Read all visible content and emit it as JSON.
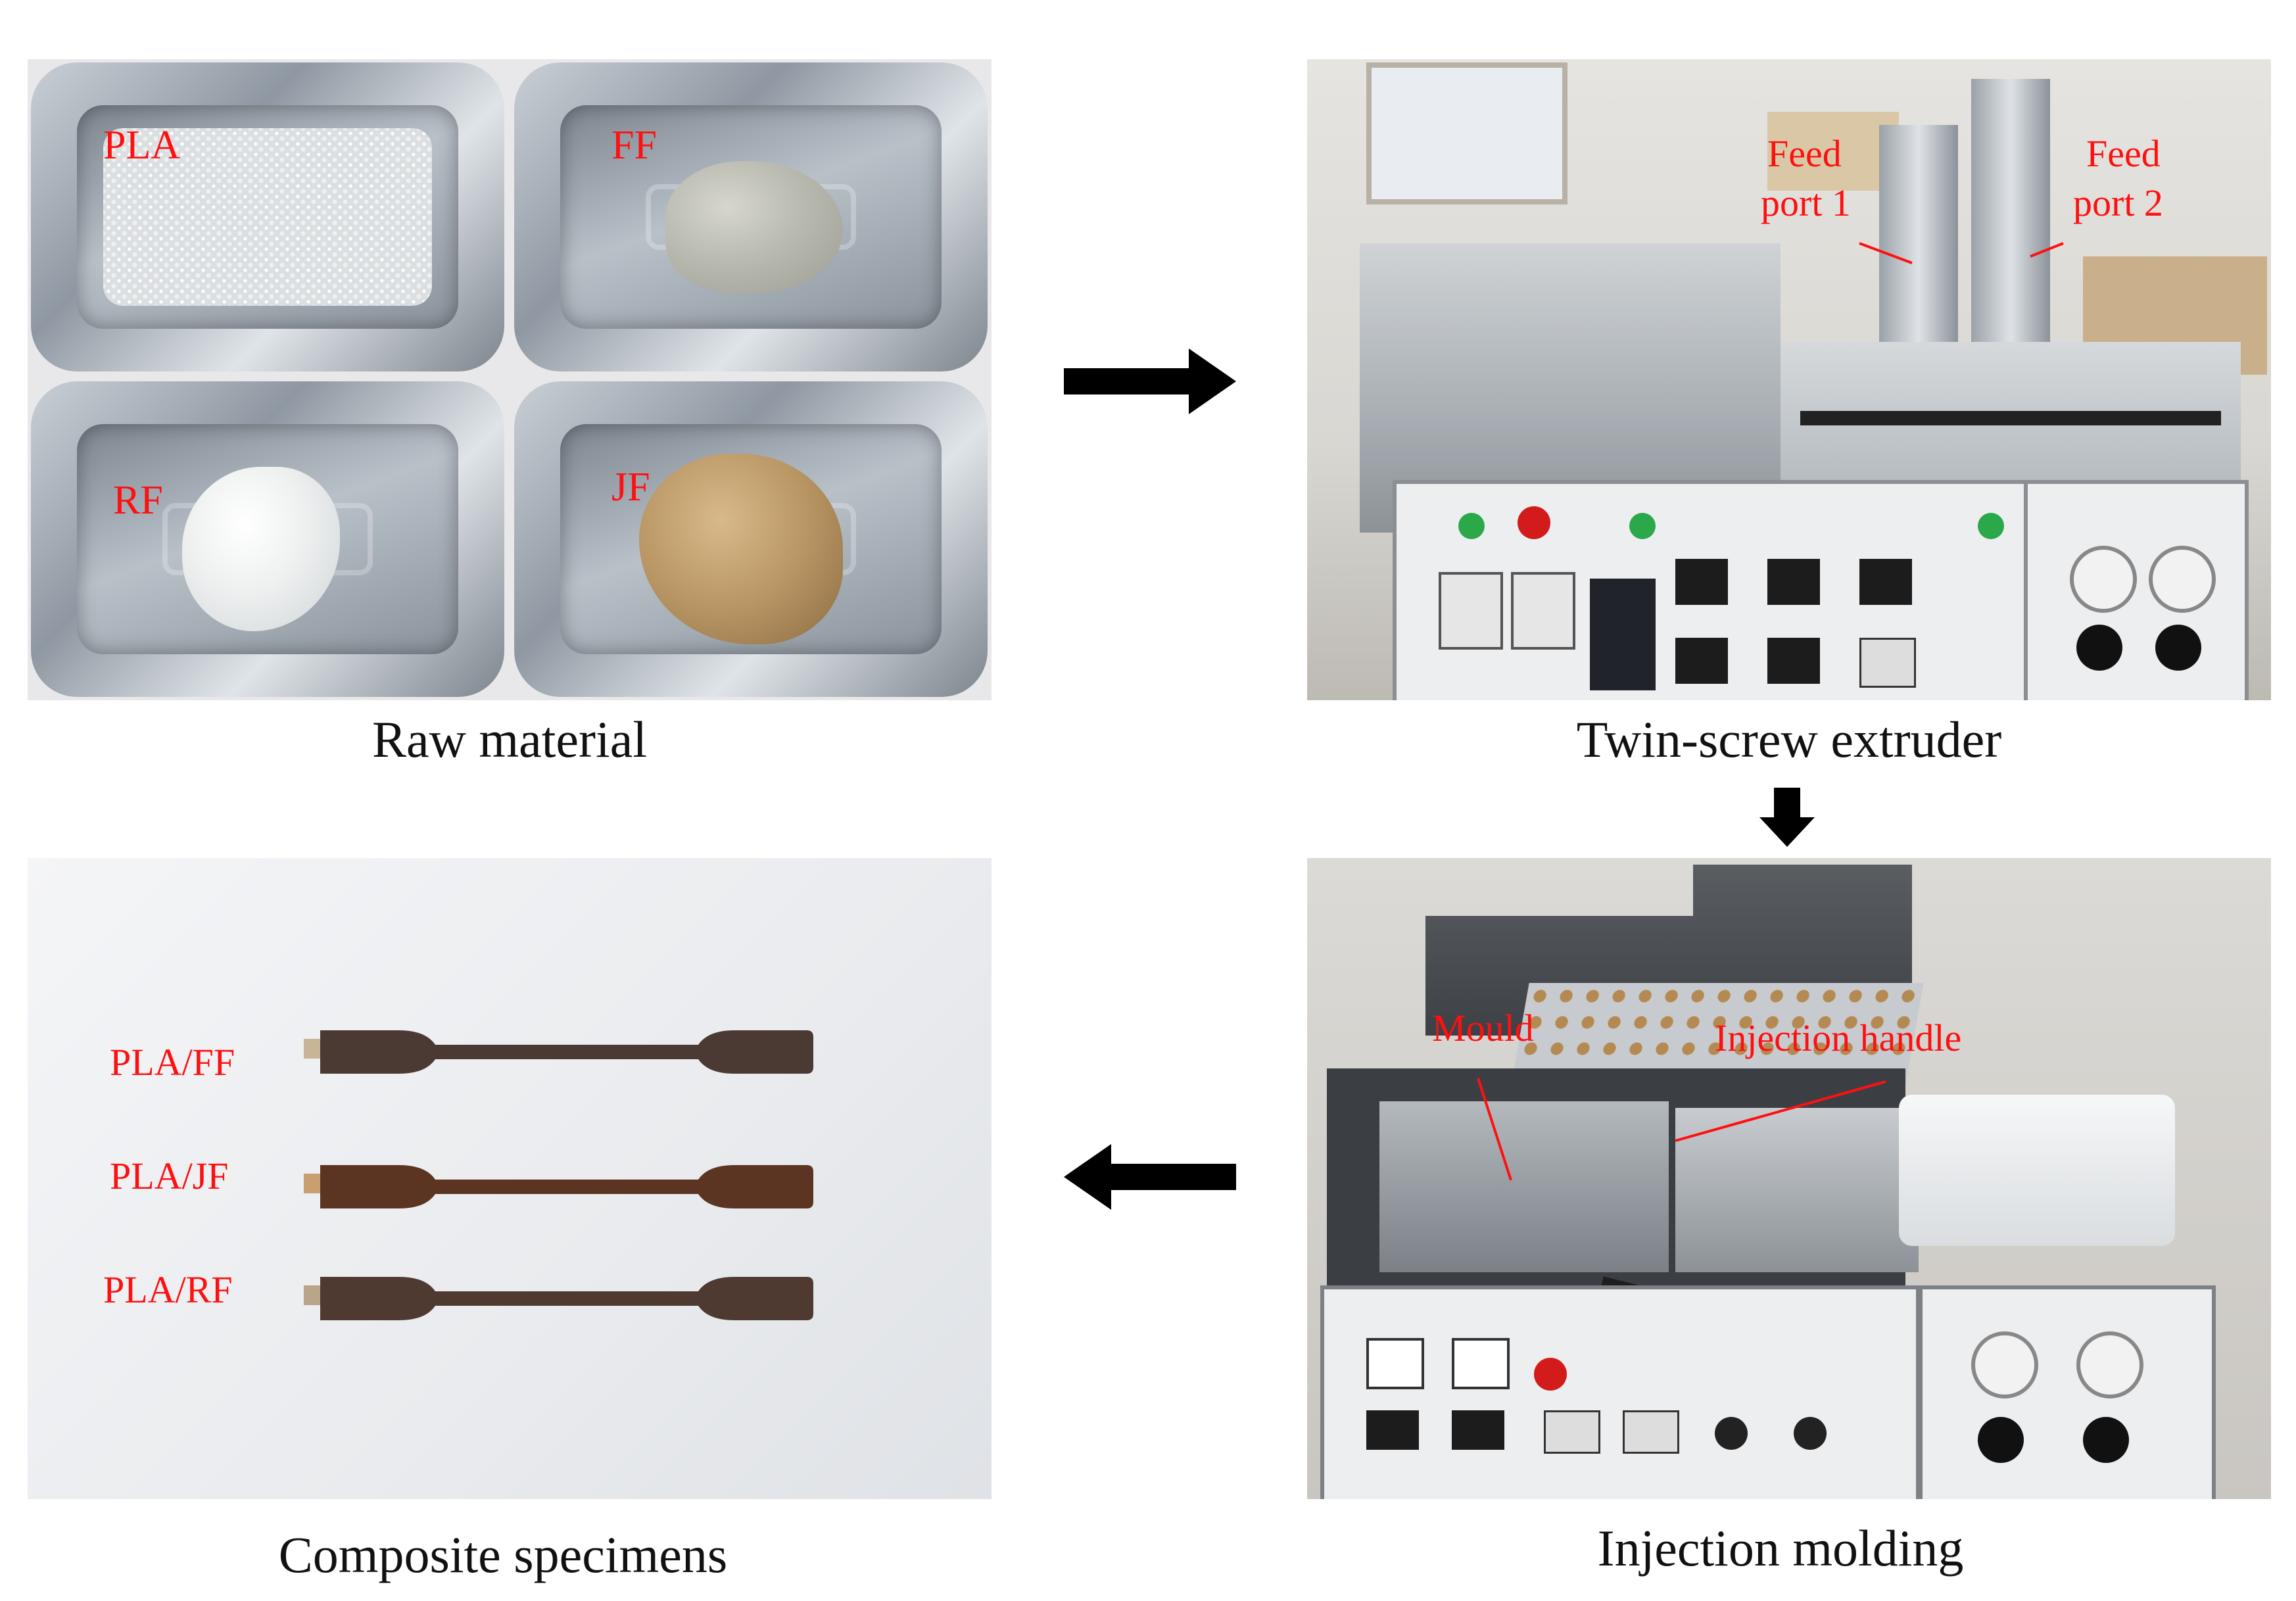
{
  "captions": {
    "raw": "Raw material",
    "extruder": "Twin-screw extruder",
    "composite": "Composite specimens",
    "injection": "Injection molding"
  },
  "raw_labels": {
    "pla": "PLA",
    "ff": "FF",
    "rf": "RF",
    "jf": "JF"
  },
  "extruder_labels": {
    "feed1_line1": "Feed",
    "feed1_line2": "port 1",
    "feed2_line1": "Feed",
    "feed2_line2": "port 2"
  },
  "injection_labels": {
    "mould": "Mould",
    "handle": "Injection handle"
  },
  "specimen_labels": {
    "ff": "PLA/FF",
    "jf": "PLA/JF",
    "rf": "PLA/RF"
  },
  "colors": {
    "label": "#ff1010",
    "arrow": "#000000"
  }
}
